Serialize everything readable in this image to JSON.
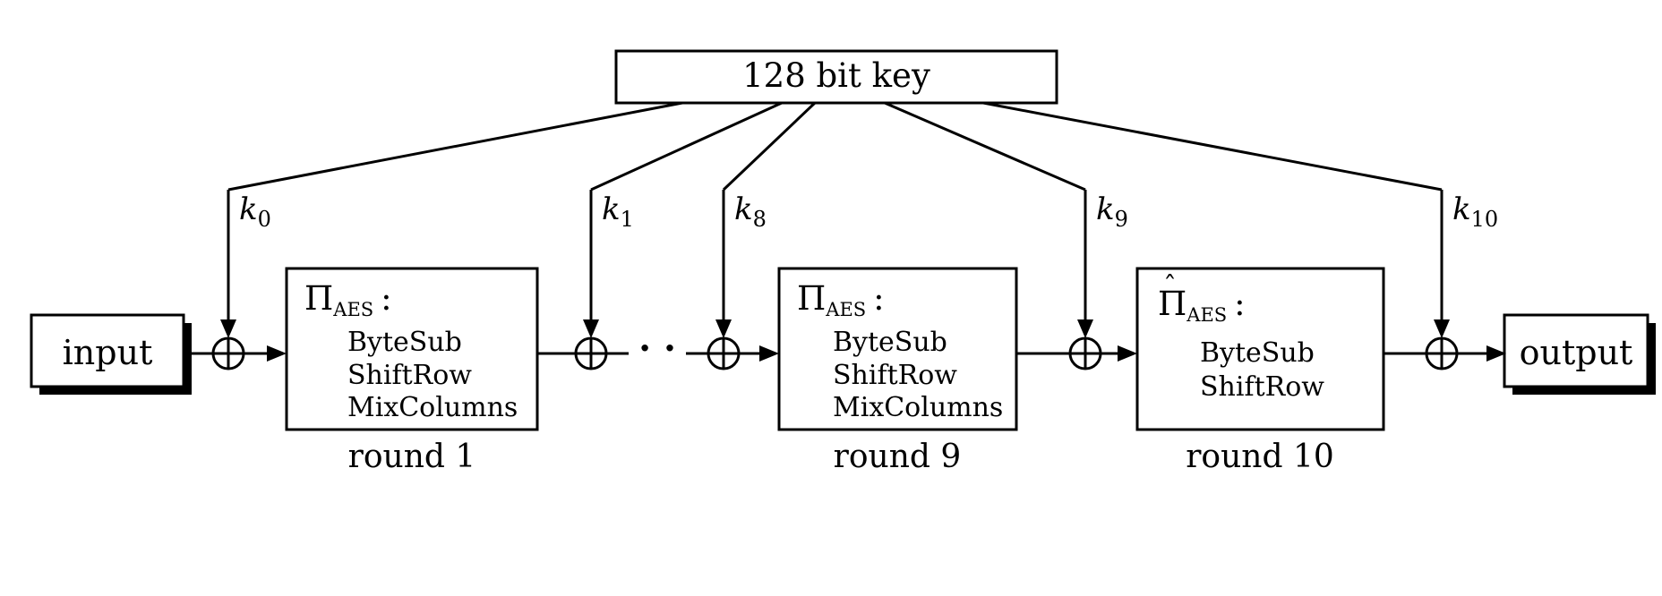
{
  "diagram": {
    "title_semantic": "AES 128-bit encryption round structure",
    "key_label": "128 bit key",
    "input_label": "input",
    "output_label": "output",
    "dots": "· ·",
    "keys": [
      {
        "base": "k",
        "sub": "0"
      },
      {
        "base": "k",
        "sub": "1"
      },
      {
        "base": "k",
        "sub": "8"
      },
      {
        "base": "k",
        "sub": "9"
      },
      {
        "base": "k",
        "sub": "10"
      }
    ],
    "rounds": [
      {
        "pi": "Π",
        "hat": "",
        "sub": "AES",
        "colon": ":",
        "steps": [
          "ByteSub",
          "ShiftRow",
          "MixColumns"
        ],
        "caption": "round 1"
      },
      {
        "pi": "Π",
        "hat": "",
        "sub": "AES",
        "colon": ":",
        "steps": [
          "ByteSub",
          "ShiftRow",
          "MixColumns"
        ],
        "caption": "round 9"
      },
      {
        "pi": "Π",
        "hat": "ˆ",
        "sub": "AES",
        "colon": ":",
        "steps": [
          "ByteSub",
          "ShiftRow"
        ],
        "caption": "round 10"
      }
    ],
    "colors": {
      "ink": "#000000",
      "background": "#ffffff"
    }
  }
}
